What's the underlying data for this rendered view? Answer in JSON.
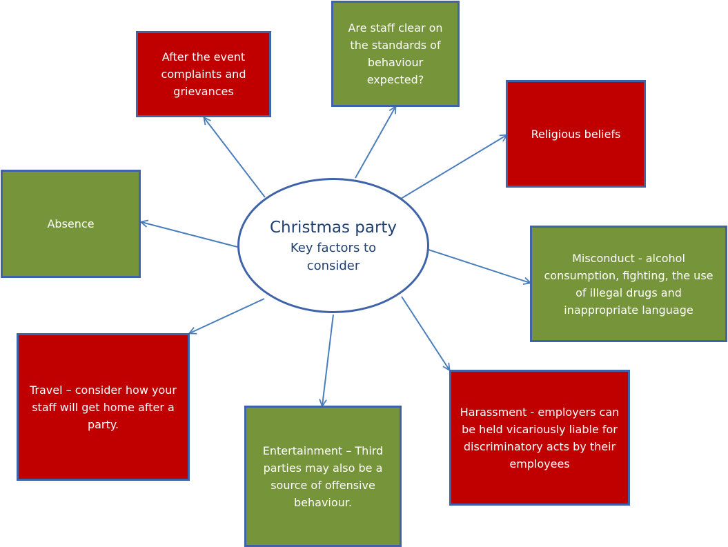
{
  "center": {
    "title": "Christmas party",
    "subtitle": "Key factors to consider"
  },
  "boxes": [
    {
      "id": "after-event",
      "text": "After the event complaints and grievances",
      "color": "#c00000"
    },
    {
      "id": "staff-clear",
      "text": "Are staff clear on the standards of behaviour expected?",
      "color": "#76953a"
    },
    {
      "id": "religious",
      "text": "Religious beliefs",
      "color": "#c00000"
    },
    {
      "id": "absence",
      "text": "Absence",
      "color": "#76953a"
    },
    {
      "id": "misconduct",
      "text": "Misconduct - alcohol consumption, fighting, the use of illegal drugs and inappropriate language",
      "color": "#76953a"
    },
    {
      "id": "travel",
      "text": "Travel – consider how your staff will get home after a party.",
      "color": "#c00000"
    },
    {
      "id": "entertainment",
      "text": "Entertainment – Third parties may also be a source of offensive behaviour.",
      "color": "#76953a"
    },
    {
      "id": "harassment",
      "text": "Harassment - employers can be held vicariously liable for discriminatory acts by their employees",
      "color": "#c00000"
    }
  ],
  "colors": {
    "red_box": "#c00000",
    "green_box": "#76953a",
    "border": "#3f63a8",
    "arrow": "#4a7ebb",
    "center_text": "#1f3f73"
  }
}
